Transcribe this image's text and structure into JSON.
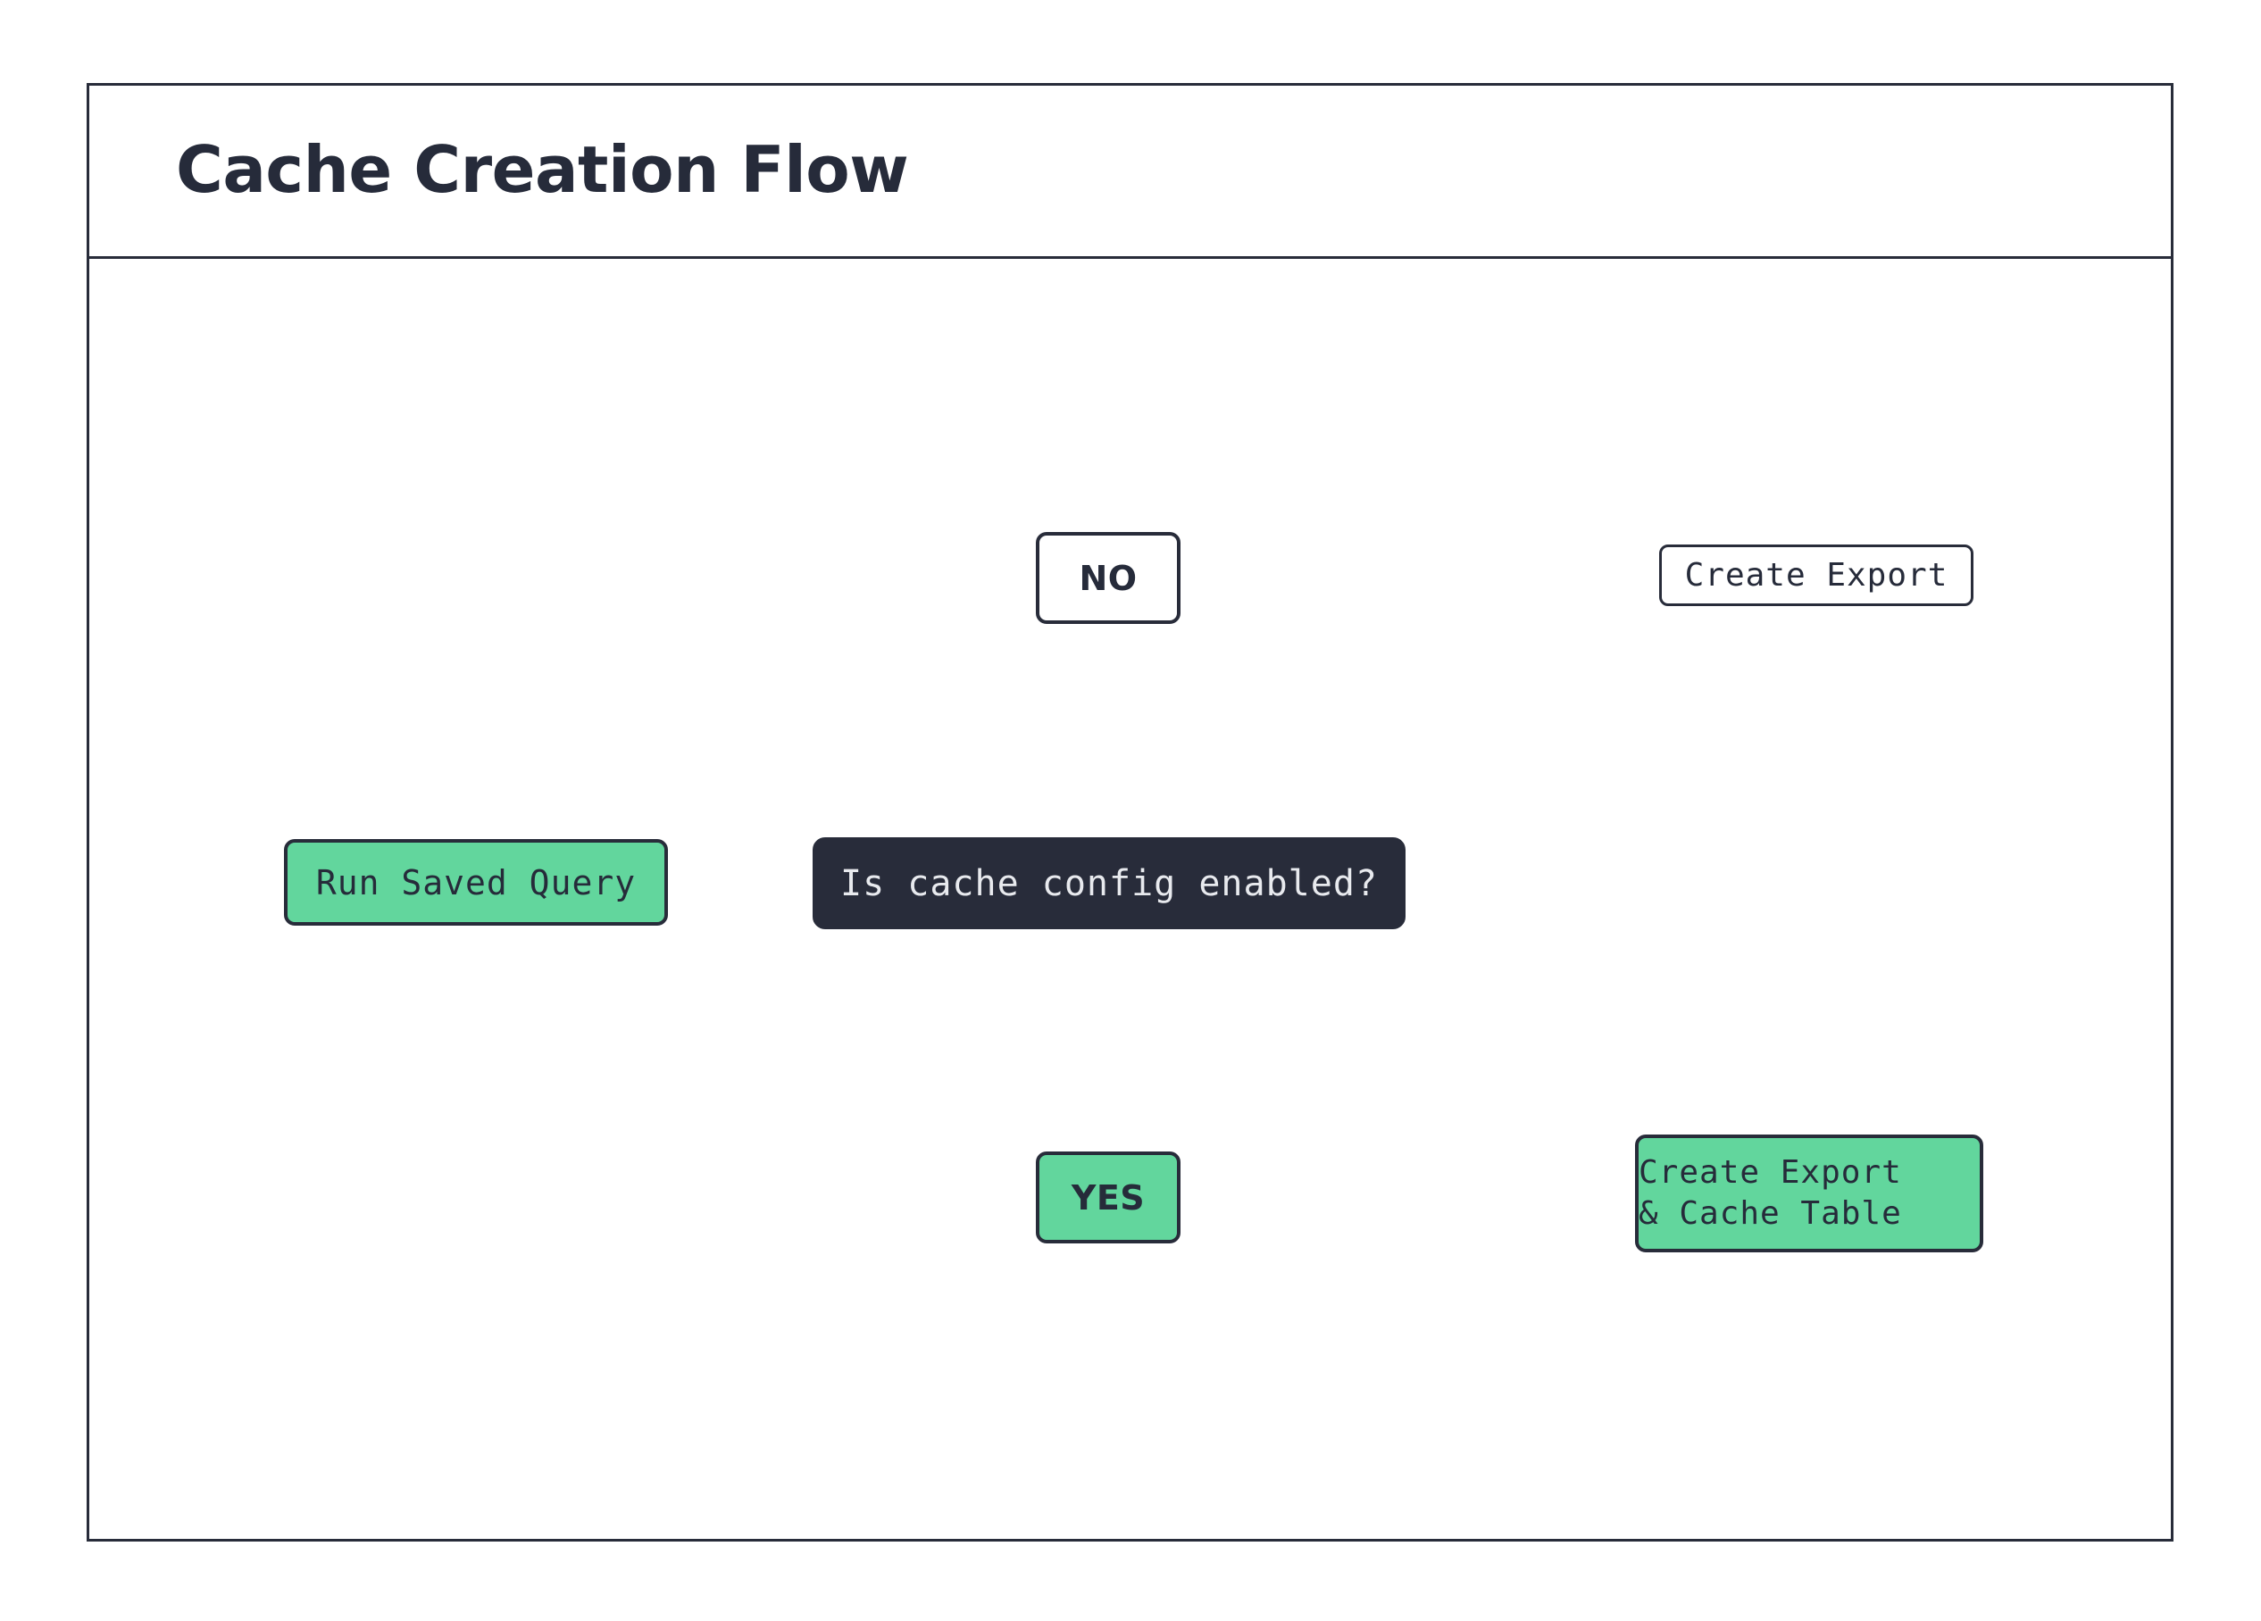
{
  "diagram": {
    "title": "Cache Creation Flow",
    "colors": {
      "ink": "#282c3a",
      "green": "#62d69d",
      "white": "#ffffff",
      "dark_node_text": "#e8eaee"
    },
    "nodes": {
      "run_saved_query": "Run Saved Query",
      "decision": "Is cache config enabled?",
      "branch_no": "NO",
      "branch_yes": "YES",
      "export_label": "Create Export",
      "cache_label_line1": "Create Export",
      "cache_label_line2": "& Cache Table"
    },
    "shapes": {
      "database_top": "database-cylinder",
      "database_bottom": "database-cylinder"
    }
  }
}
